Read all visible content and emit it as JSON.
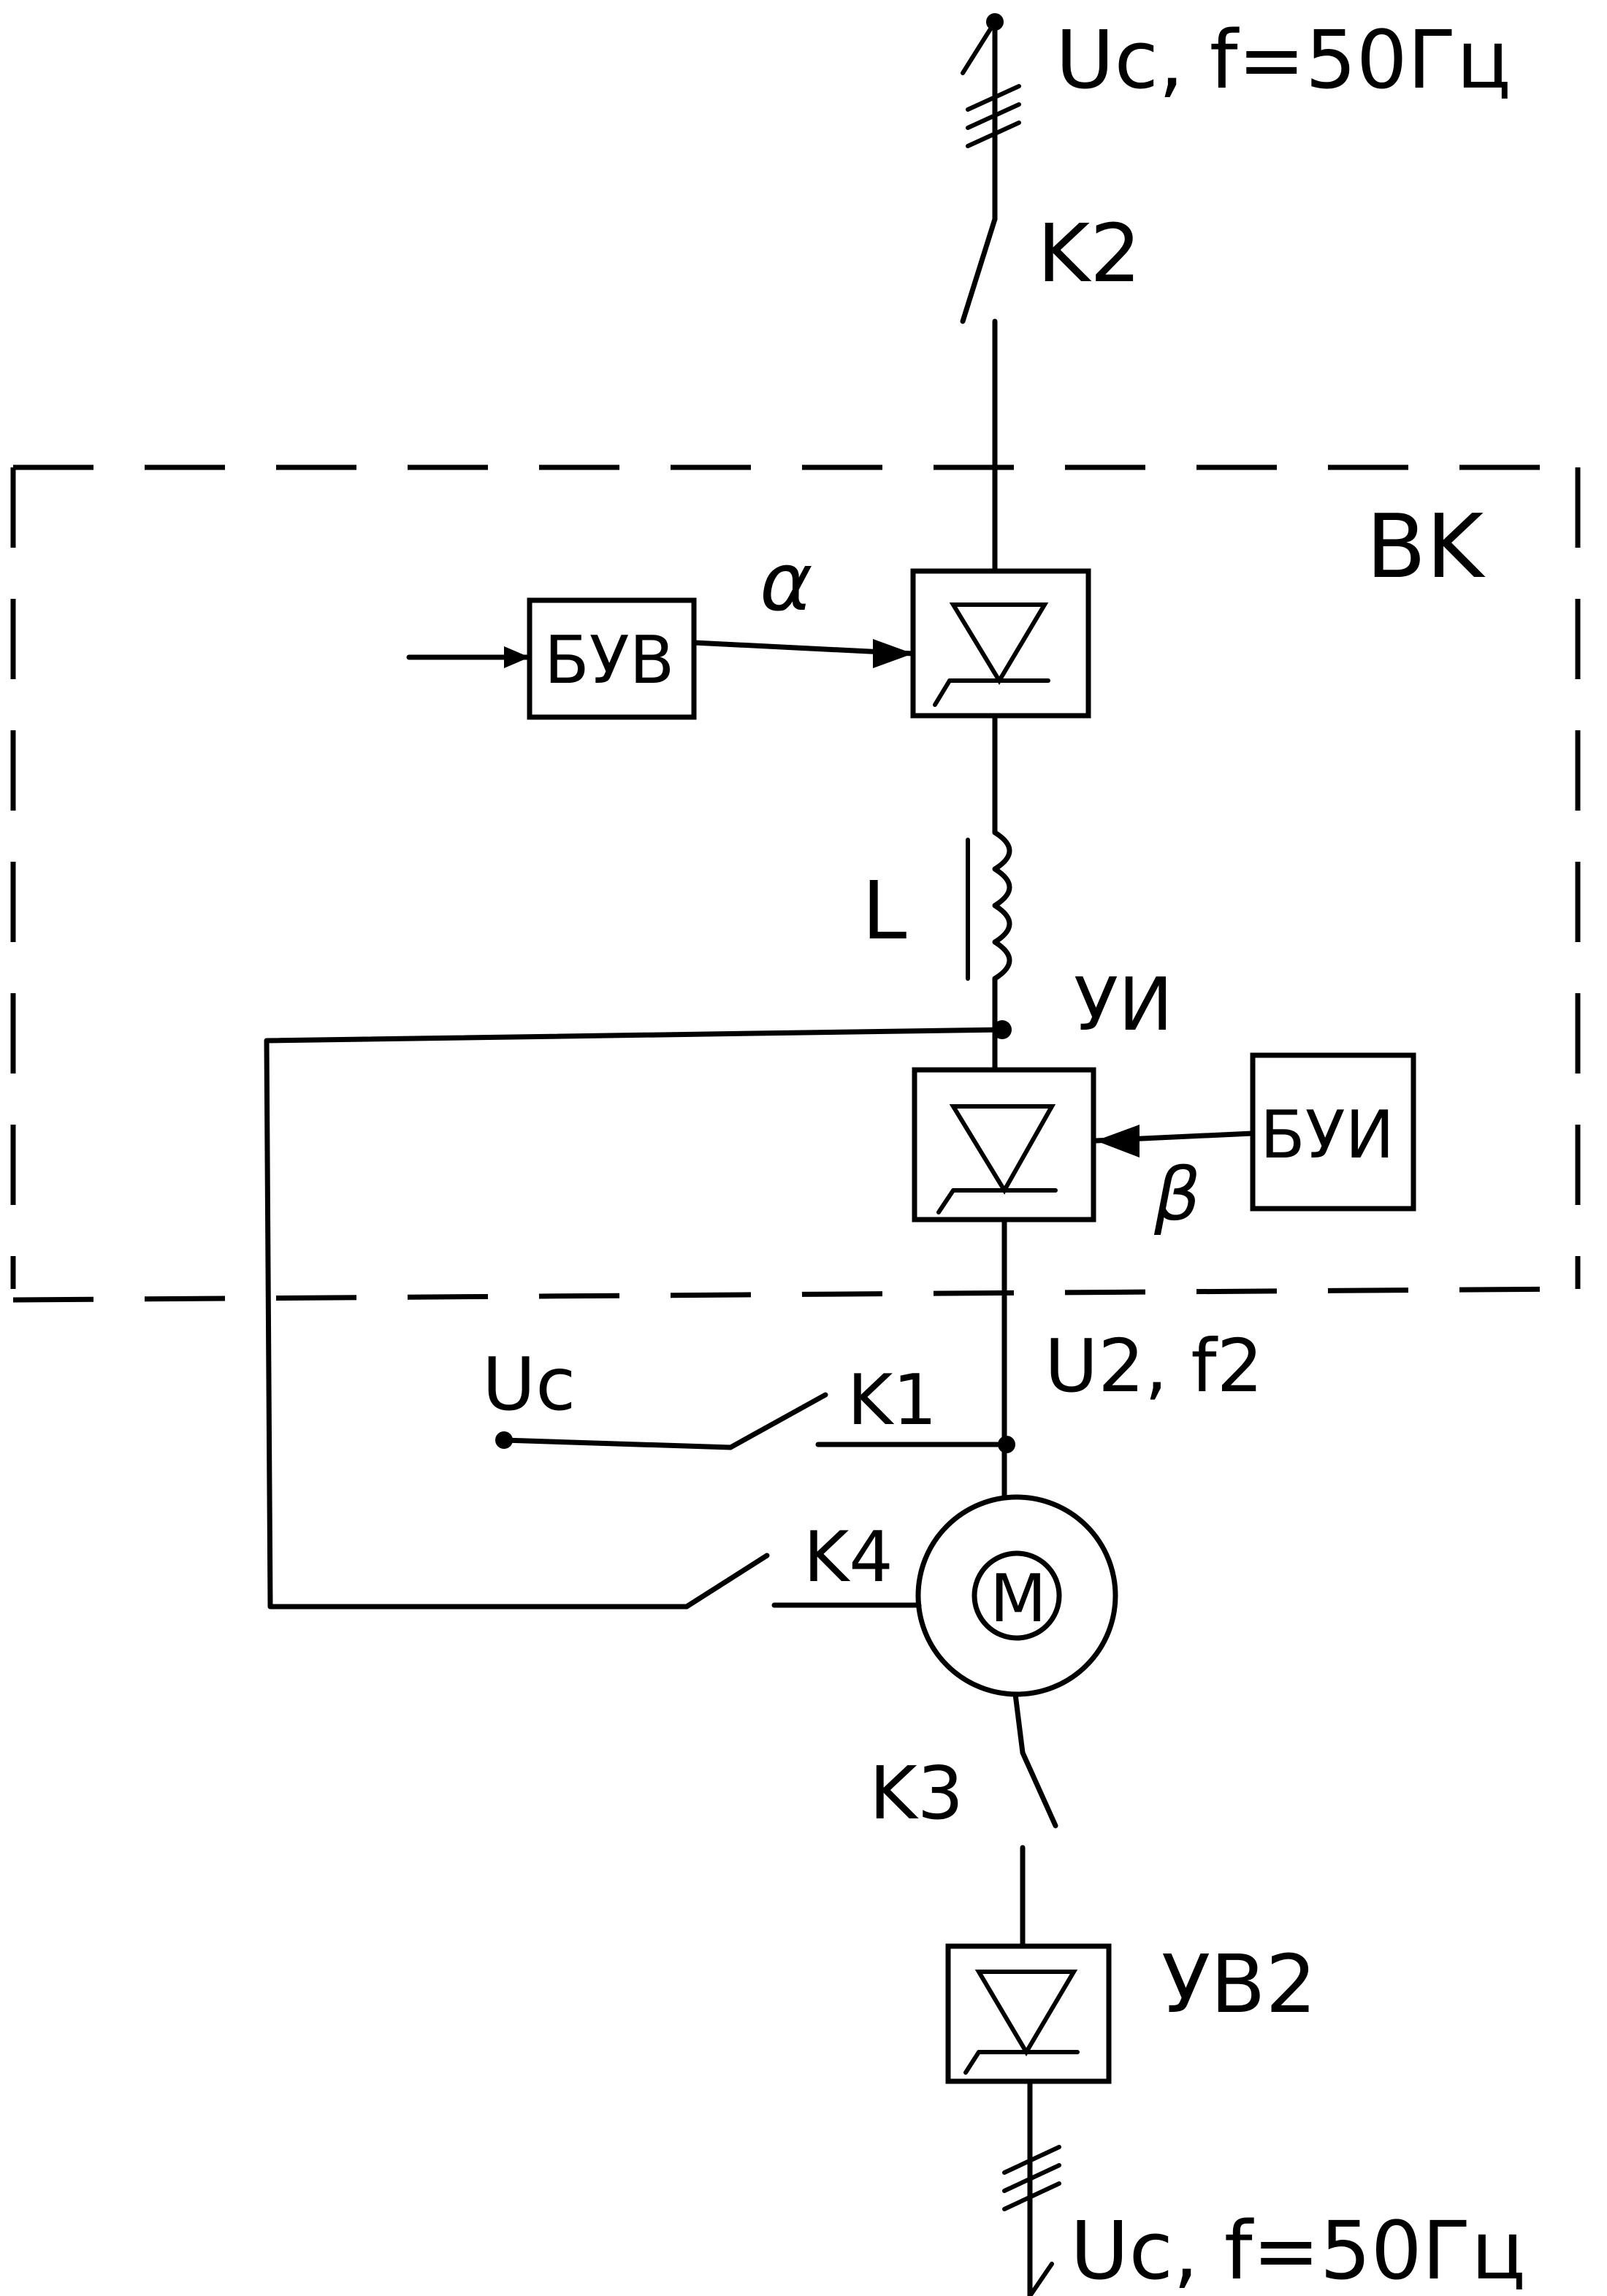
{
  "supply_top": "Uc, f=50Гц",
  "supply_bottom": "Uc, f=50Гц",
  "switches": {
    "k1": "K1",
    "k2": "K2",
    "k3": "K3",
    "k4": "K4"
  },
  "converter_group": "BK",
  "blocks": {
    "rectifier_control": "БУВ",
    "inverter_control": "БУИ"
  },
  "signals": {
    "alpha": "α",
    "beta": "β"
  },
  "inductor": "L",
  "inverter_label": "УИ",
  "output": "U2, f2",
  "k1_source": "Uc",
  "motor": "M",
  "rectifier_2": "УВ2"
}
